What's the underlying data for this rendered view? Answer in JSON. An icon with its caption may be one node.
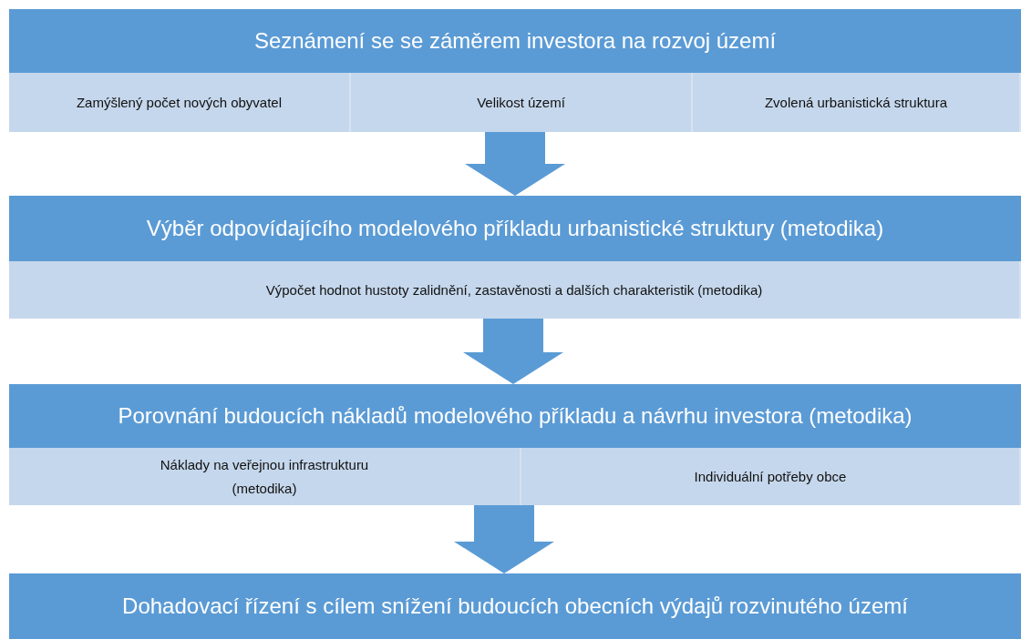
{
  "diagram": {
    "nodes": [
      {
        "text": [
          "Seznámení se se záměrem investora na rozvoj území"
        ]
      },
      {
        "text": [
          "Zamýšlený počet nových obyvatel"
        ]
      },
      {
        "text": [
          "Velikost území"
        ]
      },
      {
        "text": [
          "Zvolená urbanistická struktura"
        ]
      },
      {
        "text": [
          "Výběr odpovídajícího modelového příkladu urbanistické struktury (metodika)"
        ]
      },
      {
        "text": [
          "Výpočet hodnot hustoty zalidnění, zastavěnosti a dalších charakteristik (metodika)"
        ]
      },
      {
        "text": [
          "Porovnání budoucích nákladů modelového příkladu a návrhu investora (metodika)"
        ]
      },
      {
        "text": [
          "Náklady na veřejnou infrastrukturu (metodika)"
        ]
      },
      {
        "text": [
          "Individuální potřeby obce"
        ]
      },
      {
        "text": [
          "Dohadovací řízení s cílem snížení budoucích obecních výdajů rozvinutého území"
        ]
      }
    ],
    "edges": [
      {
        "from": 2,
        "to": 4,
        "arrow": "to",
        "style": "thick"
      },
      {
        "from": 5,
        "to": 6,
        "arrow": "to",
        "style": "thick"
      },
      {
        "from": 7,
        "to": 9,
        "arrow": "to",
        "style": "thick"
      }
    ]
  }
}
